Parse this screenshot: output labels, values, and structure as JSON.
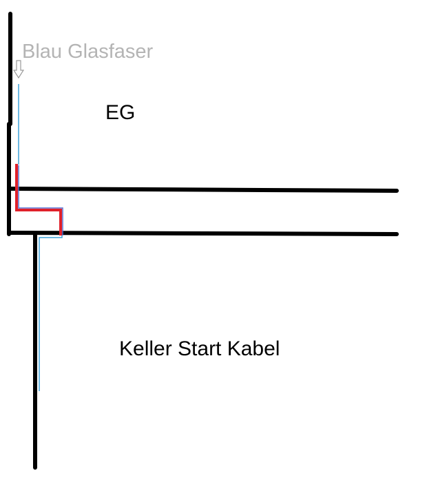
{
  "labels": {
    "fiber": "Blau Glasfaser",
    "ground_floor": "EG",
    "basement": "Keller Start Kabel"
  },
  "colors": {
    "background": "#ffffff",
    "wall": "#000000",
    "fiber_label": "#b4b4b4",
    "fiber_line": "#3aa0d8",
    "cable_red": "#e0202a",
    "cable_blue": "#5a6fd0",
    "arrow_stroke": "#9a9a9a"
  },
  "icons": {
    "down_arrow": "down-arrow-icon"
  }
}
